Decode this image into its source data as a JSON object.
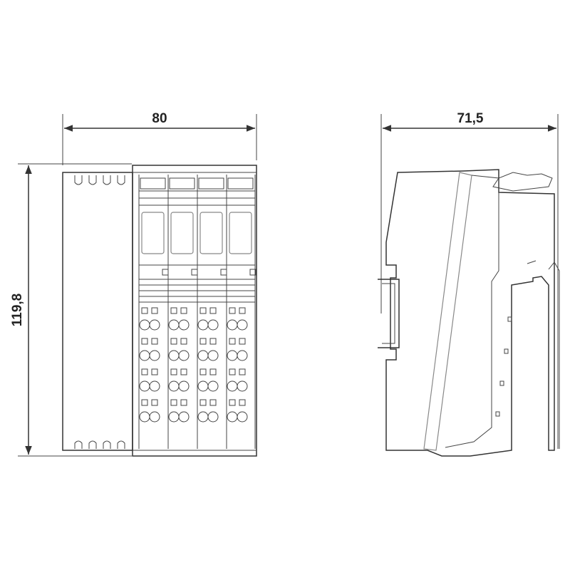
{
  "front_view": {
    "width_label": "80",
    "height_label": "119,8",
    "module_columns": 4,
    "terminal_rows": 4
  },
  "side_view": {
    "depth_label": "71,5"
  },
  "colors": {
    "line": "#333333",
    "background": "#ffffff"
  }
}
